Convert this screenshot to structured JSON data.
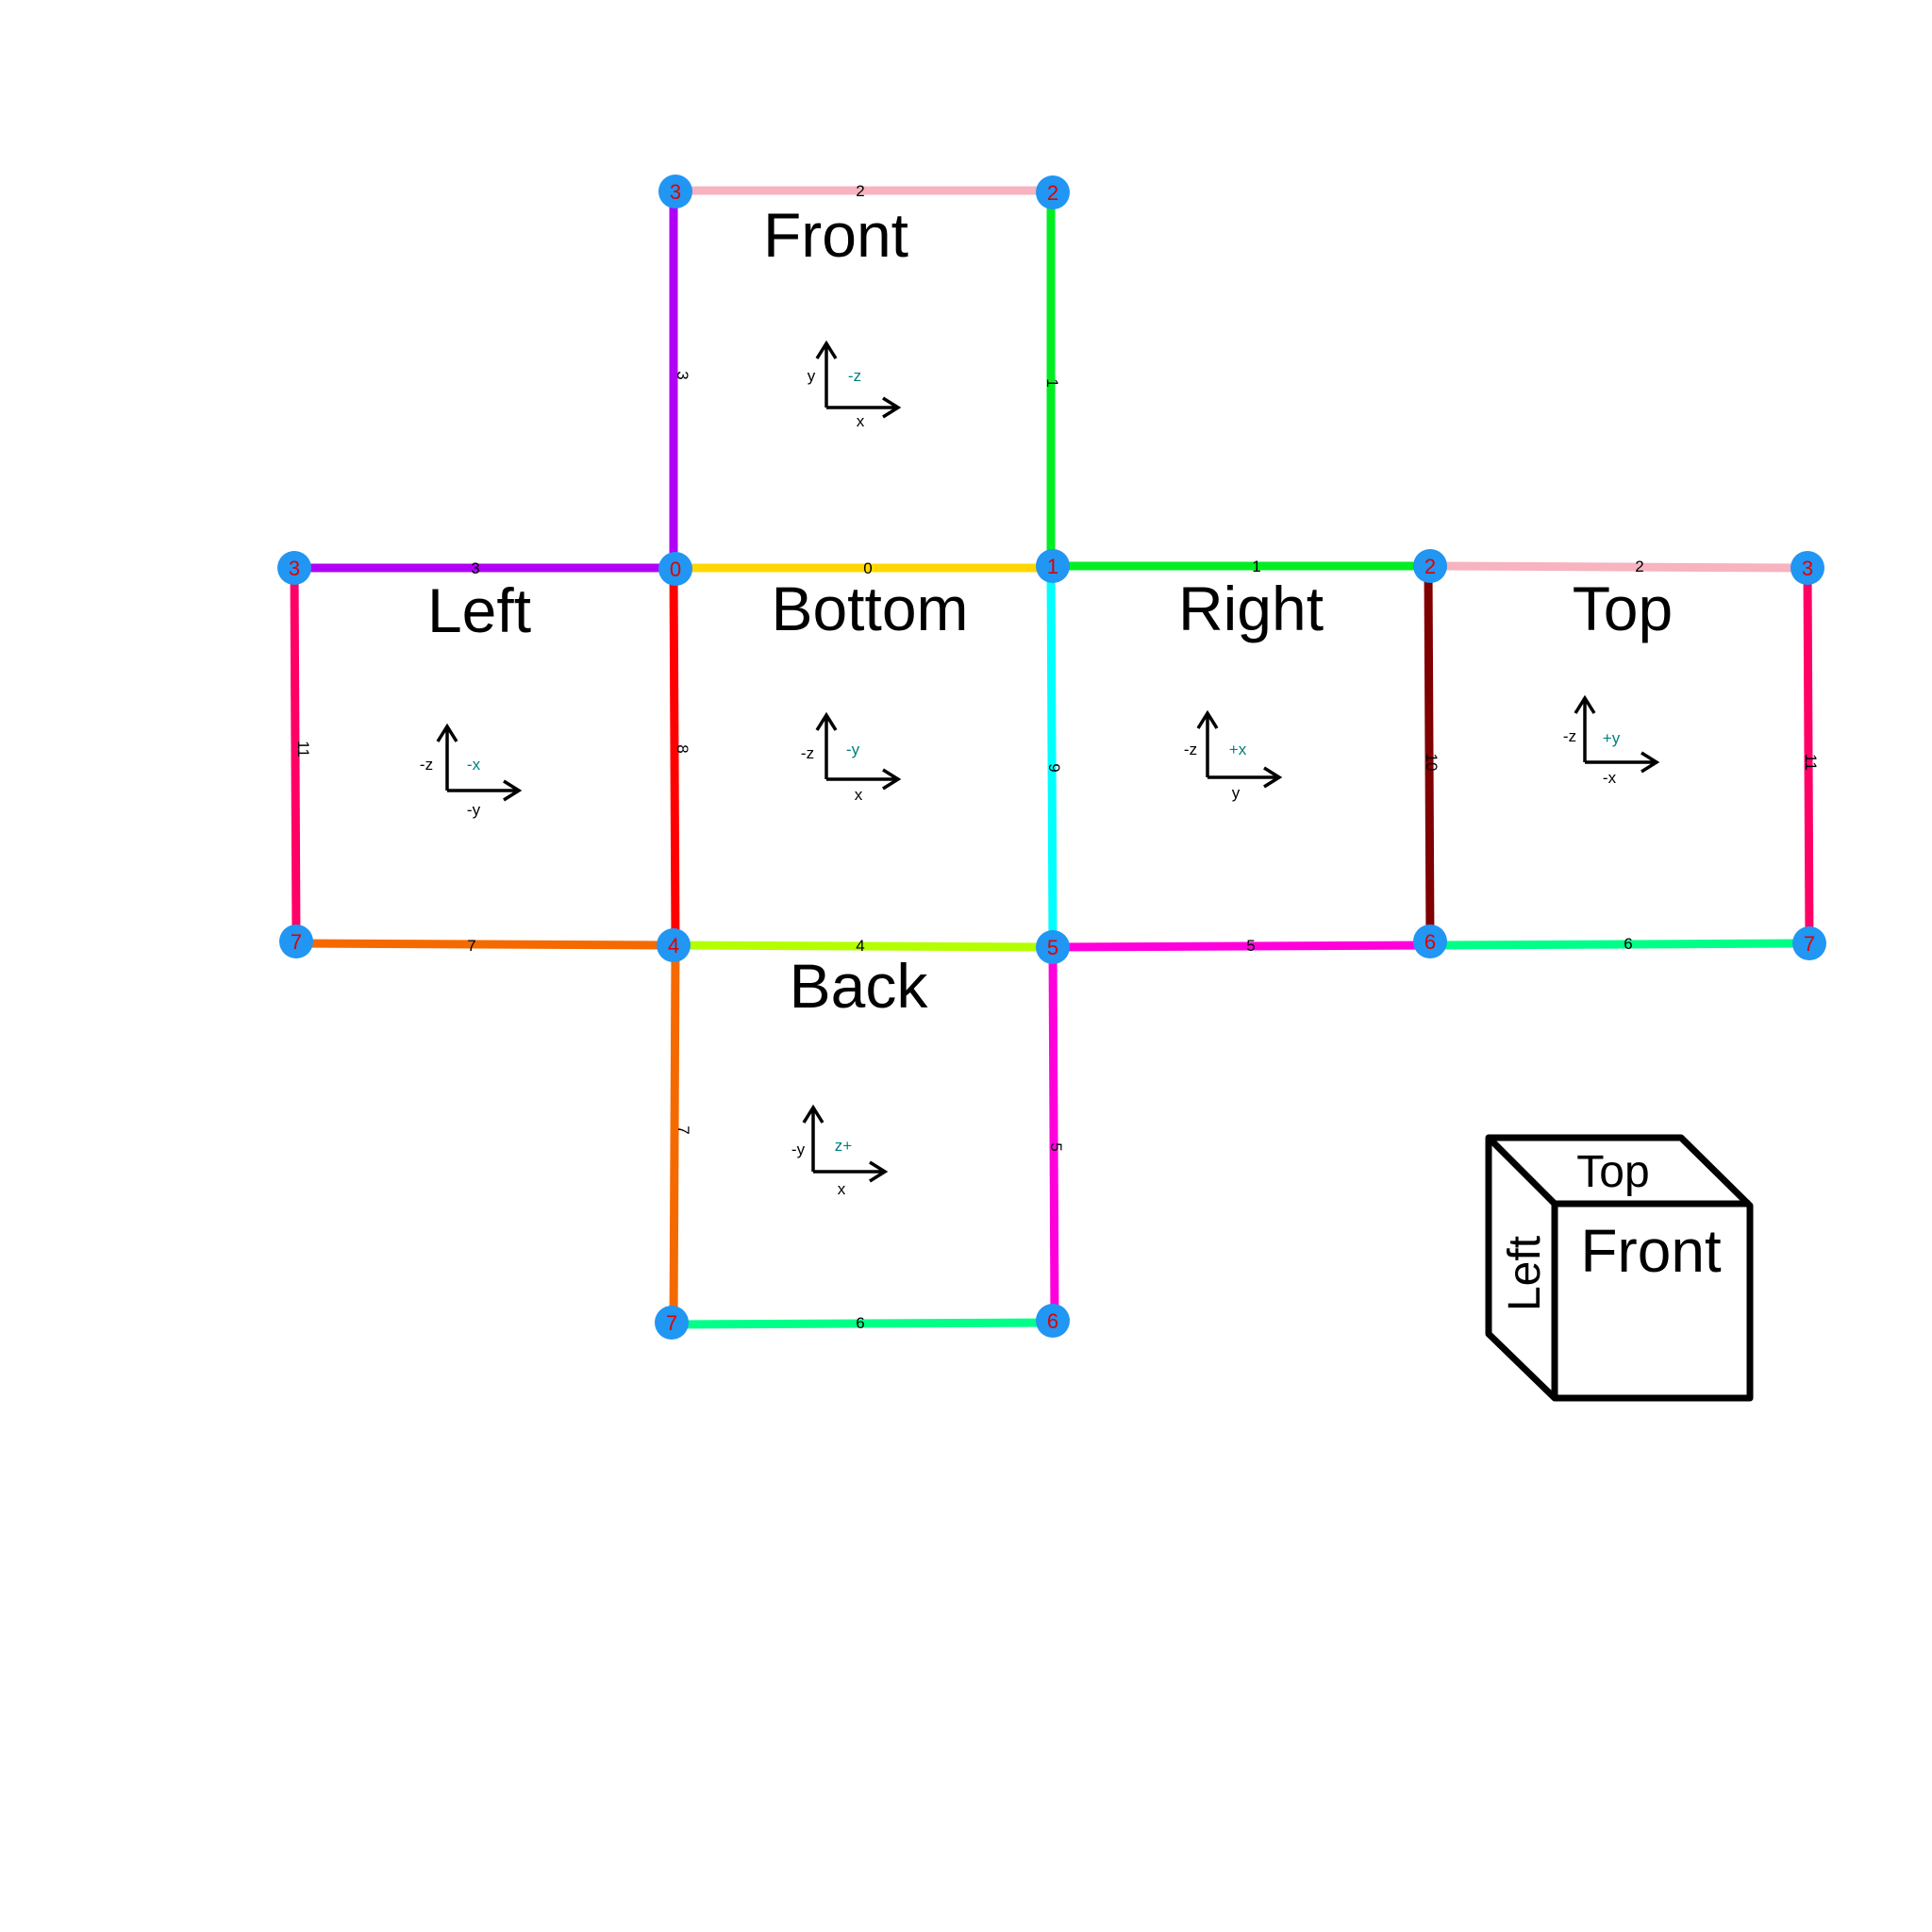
{
  "faces": {
    "front": {
      "label": "Front",
      "x_axis": "x",
      "y_axis": "y",
      "normal": "-z"
    },
    "left": {
      "label": "Left",
      "x_axis": "-y",
      "y_axis": "-z",
      "normal": "-x"
    },
    "bottom": {
      "label": "Bottom",
      "x_axis": "x",
      "y_axis": "-z",
      "normal": "-y"
    },
    "right": {
      "label": "Right",
      "x_axis": "y",
      "y_axis": "-z",
      "normal": "+x"
    },
    "top": {
      "label": "Top",
      "x_axis": "-x",
      "y_axis": "-z",
      "normal": "+y"
    },
    "back": {
      "label": "Back",
      "x_axis": "x",
      "y_axis": "-y",
      "normal": "z+"
    }
  },
  "edges": [
    {
      "label": "2",
      "color": "#f7b3bf"
    },
    {
      "label": "1",
      "color": "#00ee22"
    },
    {
      "label": "3",
      "color": "#b000f5"
    },
    {
      "label": "3",
      "color": "#b000f5"
    },
    {
      "label": "0",
      "color": "#ffd700"
    },
    {
      "label": "1",
      "color": "#00ee22"
    },
    {
      "label": "2",
      "color": "#f7b3bf"
    },
    {
      "label": "11",
      "color": "#ff0066"
    },
    {
      "label": "8",
      "color": "#ff0000"
    },
    {
      "label": "9",
      "color": "#00ffff"
    },
    {
      "label": "10",
      "color": "#800000"
    },
    {
      "label": "11",
      "color": "#ff0066"
    },
    {
      "label": "7",
      "color": "#f56a00"
    },
    {
      "label": "4",
      "color": "#b3ff00"
    },
    {
      "label": "5",
      "color": "#ff00dd"
    },
    {
      "label": "6",
      "color": "#00ff88"
    },
    {
      "label": "7",
      "color": "#f56a00"
    },
    {
      "label": "5",
      "color": "#ff00dd"
    },
    {
      "label": "6",
      "color": "#00ff88"
    }
  ],
  "vertices": [
    "3",
    "2",
    "3",
    "0",
    "1",
    "2",
    "3",
    "7",
    "4",
    "5",
    "6",
    "7",
    "7",
    "6"
  ],
  "vertex_color": "#2196f3",
  "vertex_label_color": "#e00000",
  "cube_legend": {
    "top": "Top",
    "front": "Front",
    "left": "Left"
  }
}
